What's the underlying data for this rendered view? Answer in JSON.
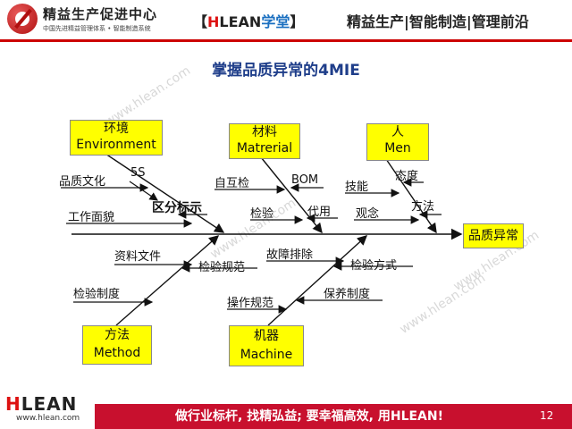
{
  "header": {
    "brand_title": "精益生产促进中心",
    "brand_subtitle": "中国先进精益管理体系 • 智能制造系统",
    "tag_left_bracket": "【",
    "tag_h": "H",
    "tag_lean": "LEAN",
    "tag_cn": "学堂",
    "tag_right_bracket": "】",
    "slogan": "精益生产|智能制造|管理前沿"
  },
  "title": {
    "prefix": "掌握品质异常的",
    "suffix": "4MIE"
  },
  "diagram": {
    "result": "品质异常",
    "boxes": {
      "environment": {
        "cn": "环境",
        "en": "Environment"
      },
      "material": {
        "cn": "材料",
        "en": "Matrerial"
      },
      "men": {
        "cn": "人",
        "en": "Men"
      },
      "method": {
        "cn": "方法",
        "en": "Method"
      },
      "machine": {
        "cn": "机器",
        "en": "Machine"
      }
    },
    "labels": {
      "quality_culture": "品质文化",
      "5s": "5S",
      "distinguish_mark": "区分标示",
      "work_appearance": "工作面貌",
      "self_mutual_check": "自互检",
      "bom": "BOM",
      "inspection": "检验",
      "substitute": "代用",
      "skill": "技能",
      "attitude": "态度",
      "concept": "观念",
      "method_men": "方法",
      "data_files": "资料文件",
      "inspection_spec": "检验规范",
      "inspection_system": "检验制度",
      "troubleshooting": "故障排除",
      "inspection_mode": "检验方式",
      "operation_spec": "操作规范",
      "maintenance_system": "保养制度"
    }
  },
  "watermarks": [
    "www.hlean.com",
    "www.hlean.com",
    "www.hlean.com",
    "www.hlean.com"
  ],
  "footer": {
    "logo_h": "H",
    "logo_rest": "LEAN",
    "url": "www.hlean.com",
    "slogan": "做行业标杆, 找精弘益; 要幸福高效, 用HLEAN!",
    "page": "12"
  }
}
